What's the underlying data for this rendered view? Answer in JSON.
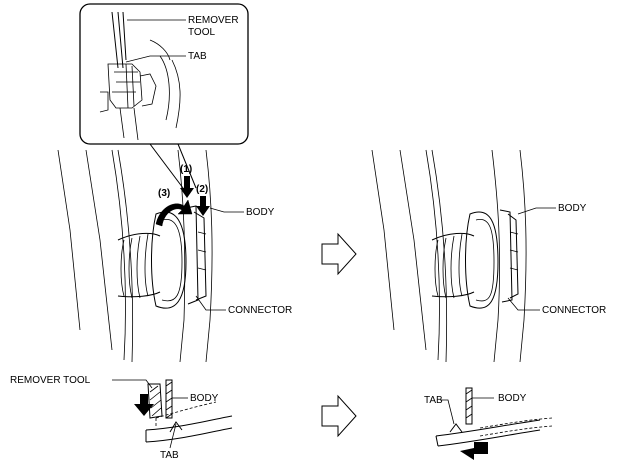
{
  "labels": {
    "remover_tool_inset_line1": "REMOVER",
    "remover_tool_inset_line2": "TOOL",
    "tab_inset": "TAB",
    "step_1": "(1)",
    "step_2": "(2)",
    "step_3": "(3)",
    "body_before": "BODY",
    "connector_before": "CONNECTOR",
    "body_after": "BODY",
    "connector_after": "CONNECTOR",
    "remover_tool_section": "REMOVER TOOL",
    "body_section_before": "BODY",
    "tab_section_before": "TAB",
    "tab_section_after": "TAB",
    "body_section_after": "BODY"
  },
  "icons": {
    "transition_arrow": "hollow-right-arrow",
    "push_arrow": "solid-down-arrow",
    "rotate_arrow": "curved-arrow",
    "slide_arrow": "solid-left-arrow"
  }
}
